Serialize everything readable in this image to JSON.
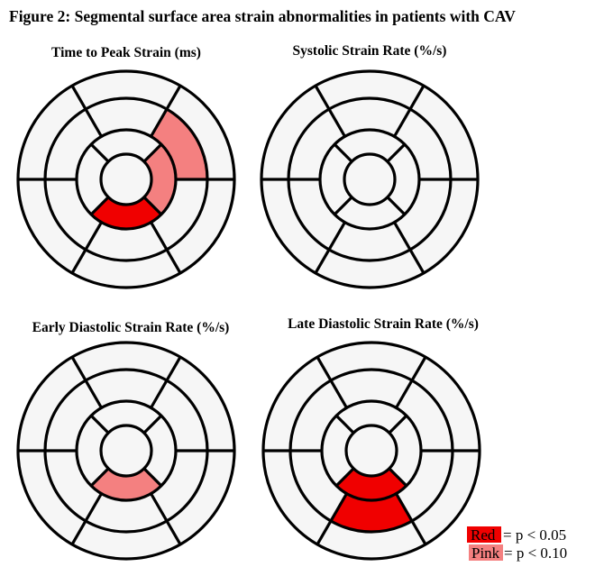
{
  "figure_title": "Figure 2: Segmental surface area strain abnormalities in patients with CAV",
  "colors": {
    "red": "#f00000",
    "pink": "#f48080",
    "empty": "#f6f6f6",
    "line": "#000000"
  },
  "plots": [
    {
      "title": "Time to Peak Strain (ms)",
      "highlights": [
        {
          "ring": "mid",
          "from_deg": 0,
          "to_deg": 60,
          "level": "pink"
        },
        {
          "ring": "apical",
          "from_deg": -45,
          "to_deg": 45,
          "level": "pink"
        },
        {
          "ring": "apical",
          "from_deg": 225,
          "to_deg": 315,
          "level": "red"
        }
      ]
    },
    {
      "title": "Systolic Strain Rate (%/s)",
      "highlights": []
    },
    {
      "title": "Early Diastolic Strain Rate (%/s)",
      "highlights": [
        {
          "ring": "apical",
          "from_deg": 225,
          "to_deg": 315,
          "level": "pink"
        }
      ]
    },
    {
      "title": "Late Diastolic Strain Rate (%/s)",
      "highlights": [
        {
          "ring": "apical",
          "from_deg": 225,
          "to_deg": 315,
          "level": "red"
        },
        {
          "ring": "mid",
          "from_deg": 240,
          "to_deg": 300,
          "level": "red"
        }
      ]
    }
  ],
  "legend": [
    {
      "label": "Red",
      "text": "= p < 0.05",
      "level": "red"
    },
    {
      "label": "Pink",
      "text": "= p < 0.10",
      "level": "pink"
    }
  ]
}
